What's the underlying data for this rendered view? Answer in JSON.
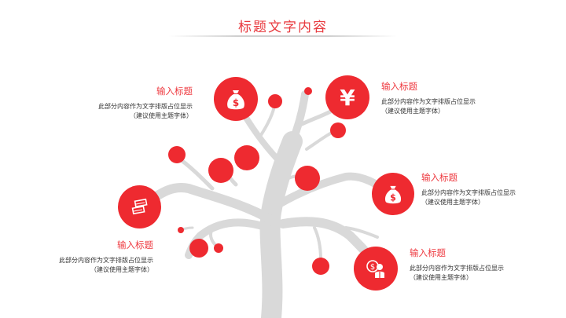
{
  "title": "标题文字内容",
  "colors": {
    "accent": "#ee2a30",
    "tree": "#d9d9d9",
    "text": "#333333"
  },
  "items": [
    {
      "id": "top-left",
      "heading": "输入标题",
      "line1": "此部分内容作为文字排版占位显示",
      "line2": "（建议使用主题字体）",
      "icon": "money-bag-icon"
    },
    {
      "id": "top-right",
      "heading": "输入标题",
      "line1": "此部分内容作为文字排版占位显示",
      "line2": "（建议使用主题字体）",
      "icon": "yen-icon"
    },
    {
      "id": "mid-right",
      "heading": "输入标题",
      "line1": "此部分内容作为文字排版占位显示",
      "line2": "（建议使用主题字体）",
      "icon": "money-bag-icon"
    },
    {
      "id": "left",
      "heading": "输入标题",
      "line1": "此部分内容作为文字排版占位显示",
      "line2": "（建议使用主题字体）",
      "icon": "cash-stack-icon"
    },
    {
      "id": "bottom-right",
      "heading": "输入标题",
      "line1": "此部分内容作为文字排版占位显示",
      "line2": "（建议使用主题字体）",
      "icon": "investor-icon"
    }
  ],
  "icon_glyphs": {
    "yen": "¥",
    "dollar": "$"
  }
}
